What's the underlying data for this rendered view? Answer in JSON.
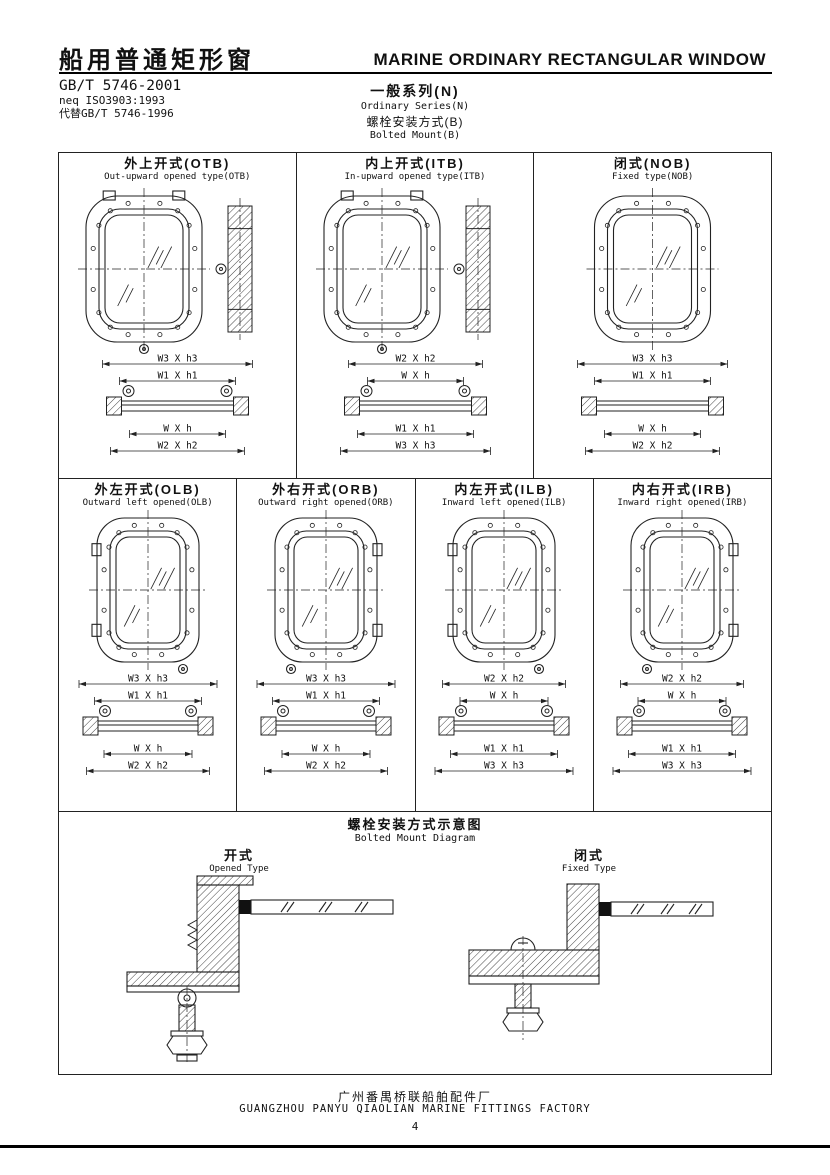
{
  "header": {
    "title_cn": "船用普通矩形窗",
    "title_en": "MARINE ORDINARY RECTANGULAR WINDOW",
    "standard_code": "GB/T 5746-2001",
    "standard_neq": "neq ISO3903:1993",
    "standard_replaces": "代替GB/T 5746-1996",
    "series_cn": "一般系列(N)",
    "series_en": "Ordinary Series(N)",
    "mount_cn": "螺栓安装方式(B)",
    "mount_en": "Bolted Mount(B)"
  },
  "panels": [
    {
      "id": "otb",
      "title_cn": "外上开式(OTB)",
      "title_en": "Out-upward opened type(OTB)",
      "hinge": "top-out",
      "side_view": true,
      "dims_top": [
        "W3 X h3",
        "W1 X h1"
      ],
      "dims_bottom": [
        "W X h",
        "W2 X h2"
      ]
    },
    {
      "id": "itb",
      "title_cn": "内上开式(ITB)",
      "title_en": "In-upward opened type(ITB)",
      "hinge": "top-in",
      "side_view": true,
      "dims_top": [
        "W2 X h2",
        "W X h"
      ],
      "dims_bottom": [
        "W1 X h1",
        "W3 X h3"
      ]
    },
    {
      "id": "nob",
      "title_cn": "闭式(NOB)",
      "title_en": "Fixed type(NOB)",
      "hinge": "none",
      "side_view": false,
      "dims_top": [
        "W3 X h3",
        "W1 X h1"
      ],
      "dims_bottom": [
        "W X h",
        "W2 X h2"
      ]
    },
    {
      "id": "olb",
      "title_cn": "外左开式(OLB)",
      "title_en": "Outward left opened(OLB)",
      "hinge": "left",
      "side_view": false,
      "dims_top": [
        "W3 X h3",
        "W1 X h1"
      ],
      "dims_bottom": [
        "W X h",
        "W2 X h2"
      ]
    },
    {
      "id": "orb",
      "title_cn": "外右开式(ORB)",
      "title_en": "Outward right opened(ORB)",
      "hinge": "right",
      "side_view": false,
      "dims_top": [
        "W3 X h3",
        "W1 X h1"
      ],
      "dims_bottom": [
        "W X h",
        "W2 X h2"
      ]
    },
    {
      "id": "ilb",
      "title_cn": "内左开式(ILB)",
      "title_en": "Inward left opened(ILB)",
      "hinge": "left",
      "side_view": false,
      "dims_top": [
        "W2 X h2",
        "W X h"
      ],
      "dims_bottom": [
        "W1 X h1",
        "W3 X h3"
      ]
    },
    {
      "id": "irb",
      "title_cn": "内右开式(IRB)",
      "title_en": "Inward right opened(IRB)",
      "hinge": "right",
      "side_view": false,
      "dims_top": [
        "W2 X h2",
        "W X h"
      ],
      "dims_bottom": [
        "W1 X h1",
        "W3 X h3"
      ]
    }
  ],
  "mount": {
    "title_cn": "螺栓安装方式示意图",
    "title_en": "Bolted Mount Diagram",
    "left_cn": "开式",
    "left_en": "Opened Type",
    "right_cn": "闭式",
    "right_en": "Fixed Type"
  },
  "footer": {
    "factory_cn": "广州番禺桥联船舶配件厂",
    "factory_en": "GUANGZHOU PANYU QIAOLIAN MARINE FITTINGS FACTORY",
    "page_number": "4"
  },
  "colors": {
    "ink": "#222222",
    "paper": "#ffffff"
  }
}
